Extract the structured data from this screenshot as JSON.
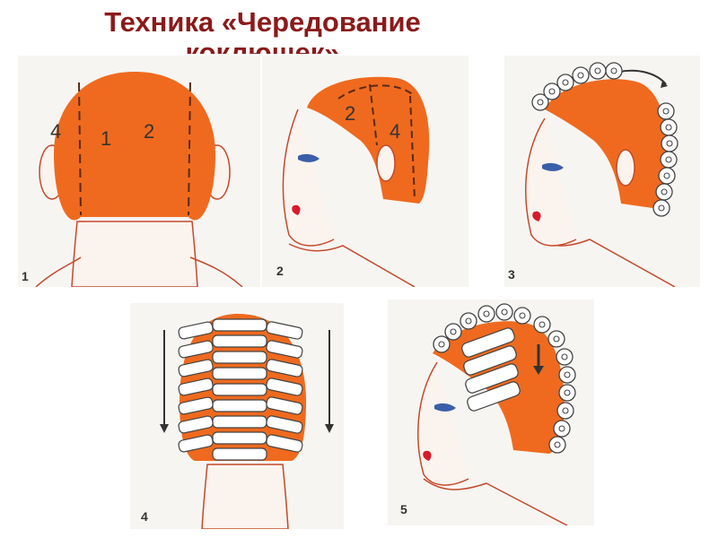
{
  "title": {
    "line1": "Техника «Чередование",
    "line2": "коклюшек»"
  },
  "colors": {
    "hair": "#ef6a1e",
    "title": "#8b1a1a",
    "lips": "#d81a2a",
    "eye": "#3a5fa8",
    "outline": "#c44a2a"
  },
  "panels": [
    {
      "number": "1",
      "zones": [
        "4",
        "1",
        "2"
      ]
    },
    {
      "number": "2",
      "zones": [
        "2",
        "4"
      ]
    },
    {
      "number": "3"
    },
    {
      "number": "4"
    },
    {
      "number": "5"
    }
  ]
}
